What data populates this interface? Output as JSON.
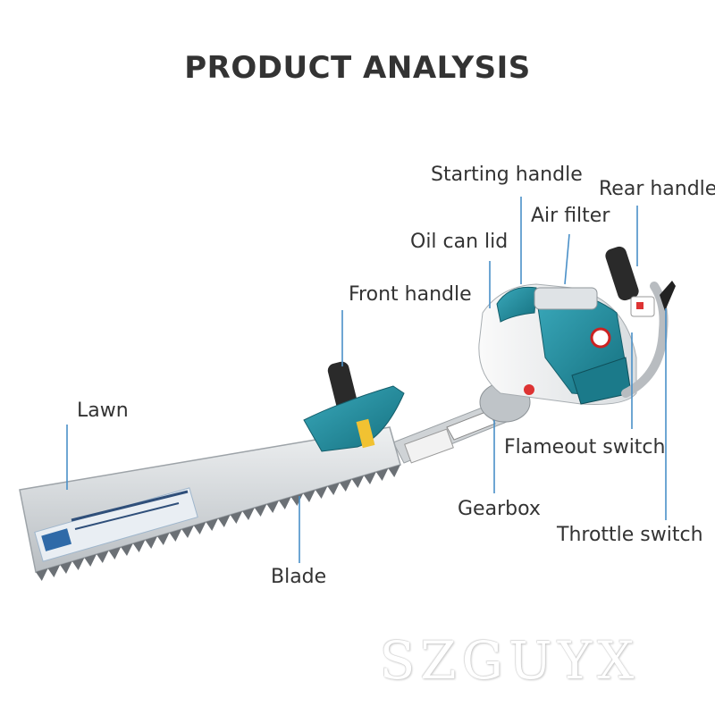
{
  "title": "PRODUCT ANALYSIS",
  "labels": {
    "starting_handle": "Starting handle",
    "rear_handle": "Rear handle",
    "air_filter": "Air filter",
    "oil_can_lid": "Oil can lid",
    "front_handle": "Front handle",
    "lawn": "Lawn",
    "flameout_switch": "Flameout switch",
    "gearbox": "Gearbox",
    "throttle_switch": "Throttle switch",
    "blade": "Blade"
  },
  "watermark": "SZGUYX",
  "colors": {
    "text": "#333333",
    "leader_line": "#4a90c8",
    "engine_teal": "#1f8a9e",
    "blade_silver": "#d7dbde"
  }
}
